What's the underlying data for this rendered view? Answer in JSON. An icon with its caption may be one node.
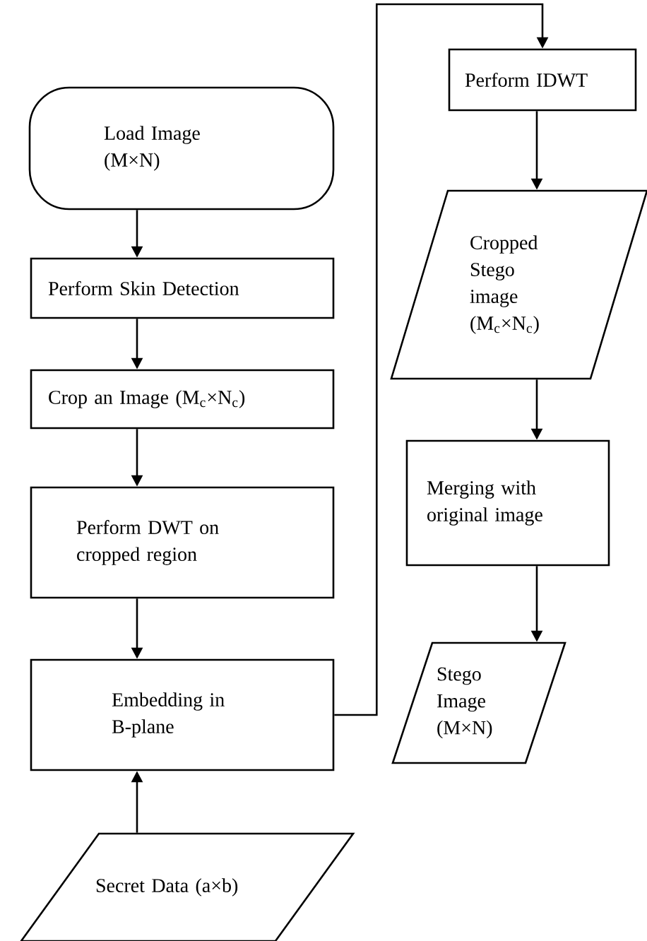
{
  "diagram": {
    "nodes": [
      {
        "text": [
          "Load Image (M×N)"
        ]
      },
      {
        "text": [
          "Perform Skin Detection"
        ]
      },
      {
        "text": [
          "Crop an Image (M$_{c}$×N$_{c}$)"
        ]
      },
      {
        "text": [
          "Perform DWT on cropped region"
        ]
      },
      {
        "text": [
          "Embedding in B-plane"
        ]
      },
      {
        "text": [
          "Secret Data (a×b)"
        ]
      },
      {
        "text": [
          "Perform IDWT"
        ]
      },
      {
        "text": [
          "Cropped Stego image (M$_{c}$×N$_{c}$)"
        ]
      },
      {
        "text": [
          "Merging with original image"
        ]
      },
      {
        "text": [
          "Stego Image (M×N)"
        ]
      }
    ],
    "edges": [
      {
        "from": 0,
        "to": 1,
        "arrow": "to"
      },
      {
        "from": 1,
        "to": 2,
        "arrow": "to"
      },
      {
        "from": 2,
        "to": 3,
        "arrow": "to"
      },
      {
        "from": 3,
        "to": 4,
        "arrow": "to"
      },
      {
        "from": 5,
        "to": 4,
        "arrow": "to"
      },
      {
        "from": 4,
        "to": 6,
        "arrow": "to"
      },
      {
        "from": 6,
        "to": 7,
        "arrow": "to"
      },
      {
        "from": 7,
        "to": 8,
        "arrow": "to"
      },
      {
        "from": 8,
        "to": 9,
        "arrow": "to"
      }
    ]
  }
}
